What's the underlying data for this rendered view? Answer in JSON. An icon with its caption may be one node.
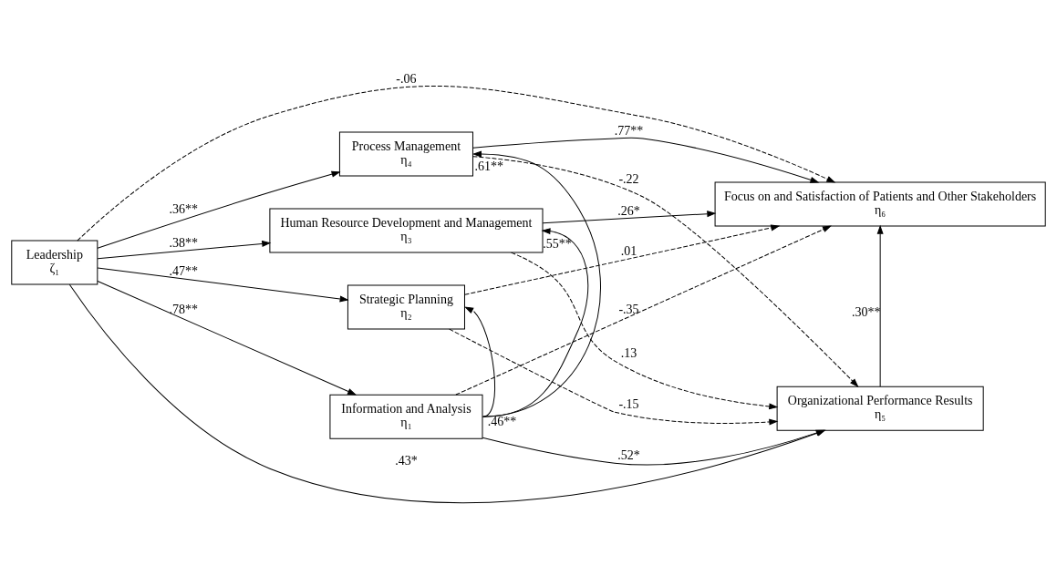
{
  "diagram": {
    "nodes": [
      {
        "text": [
          "Leadership",
          "ζ₁"
        ]
      },
      {
        "text": [
          "Process Management",
          "η₄"
        ]
      },
      {
        "text": [
          "Human Resource Development and Management",
          "η₃"
        ]
      },
      {
        "text": [
          "Strategic Planning",
          "η₂"
        ]
      },
      {
        "text": [
          "Information and Analysis",
          "η₁"
        ]
      },
      {
        "text": [
          "Focus on and Satisfaction of Patients and Other Stakeholders",
          "η₆"
        ]
      },
      {
        "text": [
          "Organizational Performance Results",
          "η₅"
        ]
      }
    ],
    "edges": [
      {
        "from": 0,
        "to": 5,
        "arrow": "to",
        "label": "-.06",
        "style": "dashed"
      },
      {
        "from": 0,
        "to": 1,
        "arrow": "to",
        "label": ".36**"
      },
      {
        "from": 0,
        "to": 2,
        "arrow": "to",
        "label": ".38**"
      },
      {
        "from": 0,
        "to": 3,
        "arrow": "to",
        "label": ".47**"
      },
      {
        "from": 0,
        "to": 4,
        "arrow": "to",
        "label": ".78**"
      },
      {
        "from": 0,
        "to": 6,
        "arrow": "to",
        "label": ".43*"
      },
      {
        "from": 4,
        "to": 1,
        "arrow": "to",
        "label": ".61**"
      },
      {
        "from": 4,
        "to": 2,
        "arrow": "to",
        "label": ".55**"
      },
      {
        "from": 4,
        "to": 3,
        "arrow": "to",
        "label": ".46**"
      },
      {
        "from": 1,
        "to": 5,
        "arrow": "to",
        "label": ".77**"
      },
      {
        "from": 1,
        "to": 6,
        "arrow": "to",
        "label": "-.22",
        "style": "dashed"
      },
      {
        "from": 2,
        "to": 5,
        "arrow": "to",
        "label": ".26*"
      },
      {
        "from": 2,
        "to": 6,
        "arrow": "to",
        "label": ".13",
        "style": "dashed"
      },
      {
        "from": 3,
        "to": 5,
        "arrow": "to",
        "label": ".01",
        "style": "dashed"
      },
      {
        "from": 3,
        "to": 6,
        "arrow": "to",
        "label": "-.15",
        "style": "dashed"
      },
      {
        "from": 4,
        "to": 5,
        "arrow": "to",
        "label": "-.35",
        "style": "dashed"
      },
      {
        "from": 4,
        "to": 6,
        "arrow": "to",
        "label": ".52*"
      },
      {
        "from": 6,
        "to": 5,
        "arrow": "to",
        "label": ".30**"
      }
    ]
  }
}
